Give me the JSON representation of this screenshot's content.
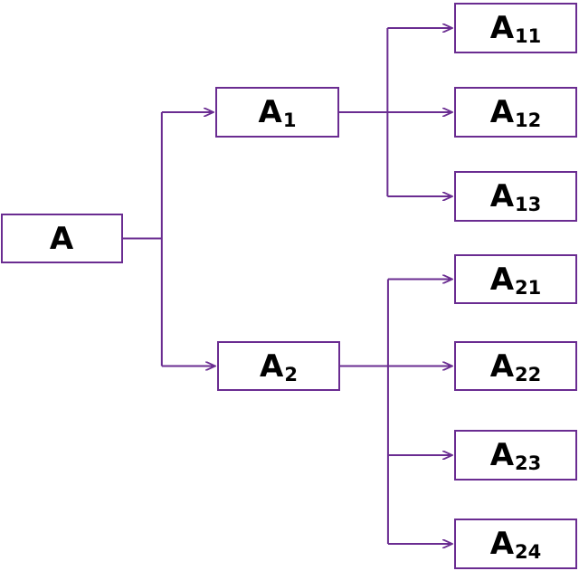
{
  "colors": {
    "stroke": "#6a2c91",
    "box_fill": "#ffffff",
    "text": "#000000"
  },
  "nodes": {
    "root": {
      "label": "A",
      "sub": ""
    },
    "a1": {
      "label": "A",
      "sub": "1"
    },
    "a2": {
      "label": "A",
      "sub": "2"
    },
    "a11": {
      "label": "A",
      "sub": "11"
    },
    "a12": {
      "label": "A",
      "sub": "12"
    },
    "a13": {
      "label": "A",
      "sub": "13"
    },
    "a21": {
      "label": "A",
      "sub": "21"
    },
    "a22": {
      "label": "A",
      "sub": "22"
    },
    "a23": {
      "label": "A",
      "sub": "23"
    },
    "a24": {
      "label": "A",
      "sub": "24"
    }
  },
  "edges": [
    {
      "from": "root",
      "to": "a1"
    },
    {
      "from": "root",
      "to": "a2"
    },
    {
      "from": "a1",
      "to": "a11"
    },
    {
      "from": "a1",
      "to": "a12"
    },
    {
      "from": "a1",
      "to": "a13"
    },
    {
      "from": "a2",
      "to": "a21"
    },
    {
      "from": "a2",
      "to": "a22"
    },
    {
      "from": "a2",
      "to": "a23"
    },
    {
      "from": "a2",
      "to": "a24"
    }
  ]
}
